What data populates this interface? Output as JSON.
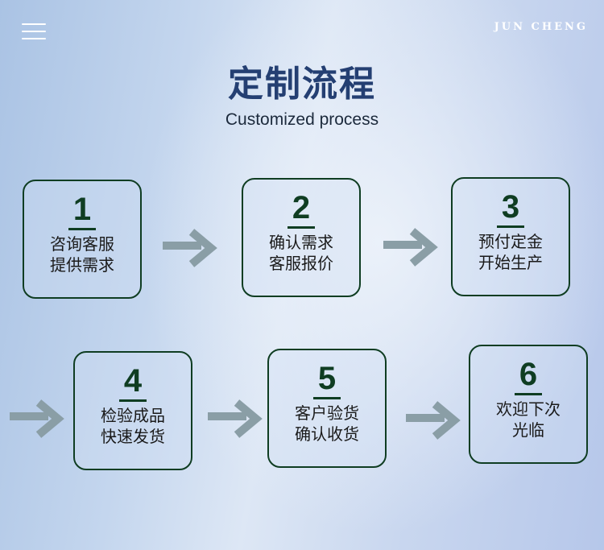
{
  "header": {
    "menu_icon": "menu-icon",
    "brand": "JUN CHENG"
  },
  "title": "定制流程",
  "subtitle": "Customized process",
  "steps": [
    {
      "number": "1",
      "line1": "咨询客服",
      "line2": "提供需求"
    },
    {
      "number": "2",
      "line1": "确认需求",
      "line2": "客服报价"
    },
    {
      "number": "3",
      "line1": "预付定金",
      "line2": "开始生产"
    },
    {
      "number": "4",
      "line1": "检验成品",
      "line2": "快速发货"
    },
    {
      "number": "5",
      "line1": "客户验货",
      "line2": "确认收货"
    },
    {
      "number": "6",
      "line1": "欢迎下次",
      "line2": "光临"
    }
  ],
  "arrow_icon": "arrow-right-icon",
  "colors": {
    "title": "#243f72",
    "box_border": "#0f3d22",
    "arrow": "#8a9ea6"
  }
}
